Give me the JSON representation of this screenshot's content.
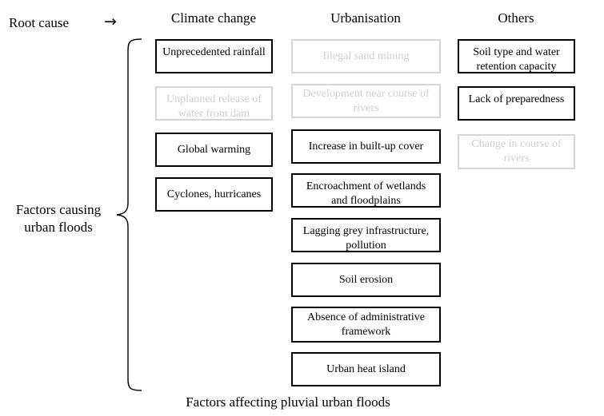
{
  "header": {
    "root_cause": "Root cause",
    "arrow": "→"
  },
  "columns": {
    "climate": "Climate change",
    "urbanisation": "Urbanisation",
    "others": "Others"
  },
  "left_label": "Factors causing urban floods",
  "caption": "Factors affecting pluvial urban floods",
  "boxes": {
    "climate": [
      {
        "text": "Unprecedented rainfall",
        "faded": false
      },
      {
        "text": "Unplanned release of water from dam",
        "faded": true
      },
      {
        "text": "Global warming",
        "faded": false
      },
      {
        "text": "Cyclones, hurricanes",
        "faded": false
      }
    ],
    "urbanisation": [
      {
        "text": "Illegal sand mining",
        "faded": true
      },
      {
        "text": "Development near course of rivers",
        "faded": true
      },
      {
        "text": "Increase in built-up cover",
        "faded": false
      },
      {
        "text": "Encroachment of wetlands and floodplains",
        "faded": false
      },
      {
        "text": "Lagging grey infrastructure, pollution",
        "faded": false
      },
      {
        "text": "Soil erosion",
        "faded": false
      },
      {
        "text": "Absence of administrative framework",
        "faded": false
      },
      {
        "text": "Urban heat island",
        "faded": false
      }
    ],
    "others": [
      {
        "text": "Soil type and water retention capacity",
        "faded": false
      },
      {
        "text": "Lack of preparedness",
        "faded": false
      },
      {
        "text": "Change in course of rivers",
        "faded": true
      }
    ]
  },
  "colors": {
    "border": "#000000",
    "faded": "#d0d0d0"
  }
}
